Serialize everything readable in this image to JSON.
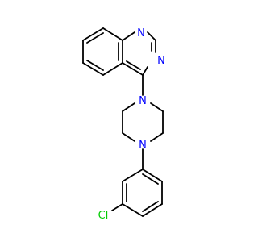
{
  "molecule": {
    "atom_labels": {
      "n1": "N",
      "n3": "N",
      "n_pip_top": "N",
      "n_pip_bottom": "N",
      "cl": "Cl"
    },
    "colors": {
      "bond": "#000000",
      "nitrogen": "#0000ff",
      "chlorine": "#00cc00",
      "background": "#ffffff"
    }
  }
}
